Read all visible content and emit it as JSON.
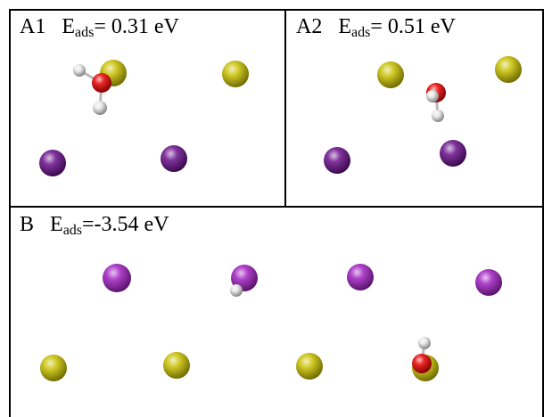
{
  "panels": {
    "a1": {
      "id": "A1",
      "e_prefix": "E",
      "e_sub": "ads",
      "e_value": "= 0.31 eV"
    },
    "a2": {
      "id": "A2",
      "e_prefix": "E",
      "e_sub": "ads",
      "e_value": "= 0.51 eV"
    },
    "b": {
      "id": "B",
      "e_prefix": "E",
      "e_sub": "ads",
      "e_value": "=-3.54 eV"
    }
  },
  "colors": {
    "frame": "#000000",
    "sulfur": "#c8c000",
    "iodine": "#6a0f8a",
    "iodine_light": "#a020c0",
    "oxygen": "#e80000",
    "hydrogen": "#e8e8e8",
    "bond": "#b8b8b8"
  },
  "atoms": {
    "a1": [
      {
        "element": "sulfur"
      },
      {
        "element": "sulfur"
      },
      {
        "element": "iodine"
      },
      {
        "element": "iodine"
      },
      {
        "element": "oxygen"
      },
      {
        "element": "hydrogen"
      },
      {
        "element": "hydrogen"
      }
    ],
    "a2": [
      {
        "element": "sulfur"
      },
      {
        "element": "sulfur"
      },
      {
        "element": "iodine"
      },
      {
        "element": "iodine"
      },
      {
        "element": "oxygen"
      },
      {
        "element": "hydrogen"
      },
      {
        "element": "hydrogen"
      }
    ],
    "b": [
      {
        "element": "iodine_light"
      },
      {
        "element": "iodine_light"
      },
      {
        "element": "iodine_light"
      },
      {
        "element": "iodine_light"
      },
      {
        "element": "hydrogen"
      },
      {
        "element": "sulfur"
      },
      {
        "element": "sulfur"
      },
      {
        "element": "sulfur"
      },
      {
        "element": "sulfur"
      },
      {
        "element": "oxygen"
      },
      {
        "element": "hydrogen"
      }
    ]
  }
}
